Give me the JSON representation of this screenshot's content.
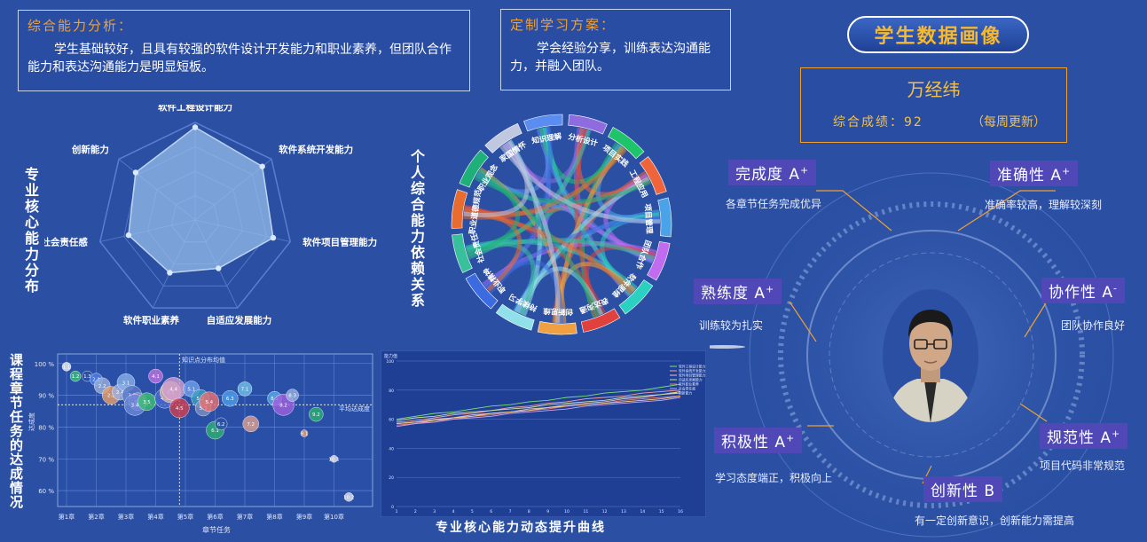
{
  "analysis": {
    "title": "综合能力分析：",
    "body": "学生基础较好，且具有较强的软件设计开发能力和职业素养，但团队合作能力和表达沟通能力是明显短板。"
  },
  "plan": {
    "title": "定制学习方案：",
    "body": "学会经验分享，训练表达沟通能力，并融入团队。"
  },
  "portrait": {
    "title": "学生数据画像",
    "name": "万经纬",
    "score_text": "综合成绩：92",
    "update_note": "（每周更新）"
  },
  "radar": {
    "title": "专业核心能力分布",
    "axes": [
      "软件工程设计能力",
      "软件系统开发能力",
      "软件项目管理能力",
      "自适应发展能力",
      "软件职业素养",
      "社会责任感",
      "创新能力"
    ],
    "values": [
      0.95,
      0.88,
      0.82,
      0.55,
      0.6,
      0.7,
      0.78
    ]
  },
  "chord": {
    "title": "个人综合能力依赖关系",
    "nodes": [
      {
        "label": "知识理解",
        "color": "#5b8cf0"
      },
      {
        "label": "分析设计",
        "color": "#8f6be0"
      },
      {
        "label": "项目实践",
        "color": "#1fc46a"
      },
      {
        "label": "工程应用",
        "color": "#f0643c"
      },
      {
        "label": "项目管理",
        "color": "#4aa3e8"
      },
      {
        "label": "团队合作",
        "color": "#c06bf0"
      },
      {
        "label": "软件思维",
        "color": "#2bd1c0"
      },
      {
        "label": "表达沟通",
        "color": "#e0413c"
      },
      {
        "label": "创新思维",
        "color": "#f0a040"
      },
      {
        "label": "持续学习",
        "color": "#8fe0e8"
      },
      {
        "label": "职业精神",
        "color": "#3c6ae0"
      },
      {
        "label": "社会责任",
        "color": "#38c09a"
      },
      {
        "label": "职业道德规范",
        "color": "#e86b30"
      },
      {
        "label": "职业观念",
        "color": "#1fb07a"
      },
      {
        "label": "家国情怀",
        "color": "#c0c8e0"
      }
    ]
  },
  "bubble": {
    "title": "课程章节任务的达成情况",
    "xlabel": "章节任务",
    "ylabel": "达成度",
    "avg_label": "知识点分布均值",
    "pass_label": "平均达成度",
    "categories": [
      "第1章",
      "第2章",
      "第3章",
      "第4章",
      "第5章",
      "第6章",
      "第7章",
      "第8章",
      "第9章",
      "第10章"
    ],
    "y_ticks": [
      "100 %",
      "90 %",
      "80 %",
      "70 %",
      "60 %"
    ],
    "chart_data": {
      "type": "scatter",
      "x_categories": [
        "第1章",
        "第2章",
        "第3章",
        "第4章",
        "第5章",
        "第6章",
        "第7章",
        "第8章",
        "第9章",
        "第10章"
      ],
      "ylim": [
        55,
        103
      ],
      "points": [
        {
          "label": "1.1",
          "x": 1.0,
          "y": 99,
          "r": 5,
          "color": "#f0f0f0"
        },
        {
          "label": "1.2",
          "x": 1.3,
          "y": 96,
          "r": 6,
          "color": "#3cc07a"
        },
        {
          "label": "1.3",
          "x": 1.7,
          "y": 96,
          "r": 6,
          "color": "#2a4fa3"
        },
        {
          "label": "2.1",
          "x": 2.0,
          "y": 95,
          "r": 7,
          "color": "#4c7ee8"
        },
        {
          "label": "2.2",
          "x": 2.2,
          "y": 93,
          "r": 9,
          "color": "#9ab0d8"
        },
        {
          "label": "2.3",
          "x": 2.5,
          "y": 90,
          "r": 10,
          "color": "#e8a06a"
        },
        {
          "label": "2.4",
          "x": 2.8,
          "y": 91,
          "r": 9,
          "color": "#a0b0e0"
        },
        {
          "label": "3.1",
          "x": 3.0,
          "y": 94,
          "r": 10,
          "color": "#8ab0e8"
        },
        {
          "label": "3.2",
          "x": 3.2,
          "y": 90,
          "r": 11,
          "color": "#5a7ac8"
        },
        {
          "label": "3.3",
          "x": 3.4,
          "y": 88,
          "r": 10,
          "color": "#a070d0"
        },
        {
          "label": "3.4",
          "x": 3.3,
          "y": 87,
          "r": 12,
          "color": "#6a8ad8"
        },
        {
          "label": "3.5",
          "x": 3.7,
          "y": 88,
          "r": 10,
          "color": "#3cbf70"
        },
        {
          "label": "4.1",
          "x": 4.0,
          "y": 96,
          "r": 8,
          "color": "#c070e0"
        },
        {
          "label": "4.2",
          "x": 4.3,
          "y": 89,
          "r": 11,
          "color": "#4a6ad0"
        },
        {
          "label": "4.3",
          "x": 4.5,
          "y": 91,
          "r": 12,
          "color": "#e0b0a0"
        },
        {
          "label": "4.4",
          "x": 4.6,
          "y": 92,
          "r": 13,
          "color": "#d0a0d0"
        },
        {
          "label": "4.5",
          "x": 4.8,
          "y": 86,
          "r": 11,
          "color": "#d04050"
        },
        {
          "label": "5.1",
          "x": 5.2,
          "y": 92,
          "r": 9,
          "color": "#70a0f0"
        },
        {
          "label": "5.2",
          "x": 5.5,
          "y": 89,
          "r": 10,
          "color": "#40a0c0"
        },
        {
          "label": "5.3",
          "x": 5.6,
          "y": 86,
          "r": 9,
          "color": "#8090c0"
        },
        {
          "label": "5.4",
          "x": 5.8,
          "y": 88,
          "r": 11,
          "color": "#e87070"
        },
        {
          "label": "6.1",
          "x": 6.0,
          "y": 79,
          "r": 10,
          "color": "#2ab070"
        },
        {
          "label": "6.2",
          "x": 6.2,
          "y": 81,
          "r": 7,
          "color": "#2a4fa3"
        },
        {
          "label": "6.3",
          "x": 6.5,
          "y": 89,
          "r": 9,
          "color": "#4c9ee8"
        },
        {
          "label": "7.1",
          "x": 7.0,
          "y": 92,
          "r": 8,
          "color": "#70c0e8"
        },
        {
          "label": "7.2",
          "x": 7.2,
          "y": 81,
          "r": 9,
          "color": "#e0a090"
        },
        {
          "label": "8.1",
          "x": 8.0,
          "y": 89,
          "r": 8,
          "color": "#5aa8e0"
        },
        {
          "label": "8.2",
          "x": 8.3,
          "y": 87,
          "r": 12,
          "color": "#a060e0"
        },
        {
          "label": "8.3",
          "x": 8.6,
          "y": 90,
          "r": 7,
          "color": "#9ab0e0"
        },
        {
          "label": "9.1",
          "x": 9.0,
          "y": 78,
          "r": 4,
          "color": "#e0a070"
        },
        {
          "label": "9.2",
          "x": 9.4,
          "y": 84,
          "r": 8,
          "color": "#2ab070"
        },
        {
          "label": "10.1",
          "x": 10.0,
          "y": 70,
          "r": 4,
          "color": "#e0e0f0"
        },
        {
          "label": "10.2",
          "x": 10.5,
          "y": 58,
          "r": 5,
          "color": "#e0e0f0"
        }
      ]
    }
  },
  "line_chart": {
    "title": "专业核心能力动态提升曲线",
    "ylabel": "能力值",
    "chart_data": {
      "type": "line",
      "x": [
        1,
        2,
        3,
        4,
        5,
        6,
        7,
        8,
        9,
        10,
        11,
        12,
        13,
        14,
        15,
        16
      ],
      "ylim": [
        0,
        100
      ],
      "y_ticks": [
        0,
        20,
        40,
        60,
        80,
        100
      ],
      "series": [
        {
          "name": "软件工程设计能力",
          "color": "#7be07b",
          "values": [
            60,
            62,
            64,
            65,
            67,
            69,
            70,
            72,
            73,
            75,
            76,
            78,
            79,
            80,
            82,
            84
          ]
        },
        {
          "name": "软件系统开发能力",
          "color": "#f0a0a0",
          "values": [
            58,
            59,
            61,
            63,
            64,
            66,
            68,
            69,
            71,
            72,
            74,
            75,
            76,
            78,
            79,
            80
          ]
        },
        {
          "name": "软件项目管理能力",
          "color": "#f0c0c0",
          "values": [
            57,
            58,
            60,
            61,
            63,
            64,
            65,
            67,
            68,
            70,
            71,
            72,
            74,
            75,
            77,
            78
          ]
        },
        {
          "name": "自适应发展能力",
          "color": "#c8e0a0",
          "values": [
            59,
            61,
            62,
            64,
            65,
            66,
            67,
            68,
            70,
            71,
            72,
            73,
            75,
            76,
            77,
            79
          ]
        },
        {
          "name": "软件职业素养",
          "color": "#e08070",
          "values": [
            56,
            57,
            59,
            60,
            62,
            63,
            65,
            66,
            67,
            69,
            70,
            71,
            73,
            74,
            75,
            76
          ]
        },
        {
          "name": "社会责任感",
          "color": "#d0a0f0",
          "values": [
            55,
            57,
            58,
            60,
            61,
            62,
            64,
            65,
            66,
            67,
            69,
            70,
            71,
            72,
            73,
            75
          ]
        },
        {
          "name": "创新能力",
          "color": "#f0d080",
          "values": [
            57,
            58,
            59,
            61,
            62,
            64,
            65,
            66,
            68,
            69,
            70,
            71,
            72,
            73,
            74,
            76
          ]
        }
      ]
    }
  },
  "attributes": [
    {
      "label": "完成度",
      "grade": "A",
      "sup": "+",
      "desc": "各章节任务完成优异"
    },
    {
      "label": "准确性",
      "grade": "A",
      "sup": "+",
      "desc": "准确率较高，理解较深刻"
    },
    {
      "label": "熟练度",
      "grade": "A",
      "sup": "+",
      "desc": "训练较为扎实"
    },
    {
      "label": "协作性",
      "grade": "A",
      "sup": "-",
      "desc": "团队协作良好"
    },
    {
      "label": "积极性",
      "grade": "A",
      "sup": "+",
      "desc": "学习态度端正，积极向上"
    },
    {
      "label": "规范性",
      "grade": "A",
      "sup": "+",
      "desc": "项目代码非常规范"
    },
    {
      "label": "创新性",
      "grade": "B",
      "sup": "",
      "desc": "有一定创新意识，创新能力需提高"
    }
  ],
  "colors": {
    "background": "#2a4fa3",
    "accent": "#f0a030",
    "tag": "#5148b8"
  }
}
